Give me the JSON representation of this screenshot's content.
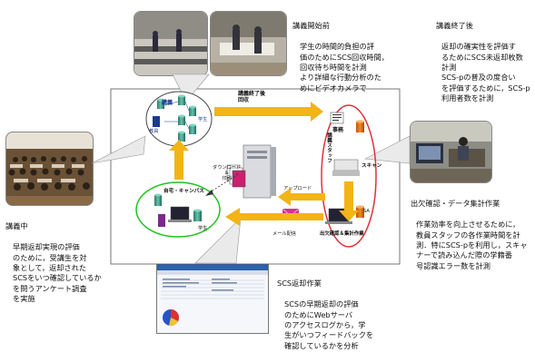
{
  "during_class": {
    "heading": "講義中",
    "body": "早期返却実現の評価\nのために，受講生を対\n象として，返却された\nSCSをいつ確認しているか\nを問うアンケート調査\nを実施"
  },
  "before_class": {
    "heading": "講義開始前",
    "body": "学生の時間的負担の評\n価のためにSCS回収時間，\n回収待ち時間を計測\nより詳細な行動分析のた\nめにビデオカメラで"
  },
  "after_class": {
    "heading": "講義終了後",
    "body": "返却の確実性を評価す\nるためにSCS未返却枚数\n計測\nSCS-pの普及の度合い\nを評価するために，SCS-p\n利用者数を計測"
  },
  "attendance": {
    "heading": "出欠確認・データ集計作業",
    "body": "作業効率を向上させるために，\n教員スタッフの各作業時間を計\n測．特にSCS-pを利用し，スキャ\nナーで読み込んだ際の学籍番\n号認識エラー数を計測"
  },
  "return_work": {
    "heading": "SCS返却作業",
    "body": "SCSの早期返却の評価\nのためにWebサーバ\nのアクセスログから，学\n生がいつフィードバックを\n確認しているかを分析"
  },
  "diagram": {
    "classroom_label": "講義",
    "campus_label": "自宅・キャンパス",
    "submit_label": "講義終了後\n回収",
    "transport_label": "講義スタッフ",
    "staff_label": "出欠確認＆集計作業",
    "scan_label": "スキャン",
    "upload_label": "アップロード",
    "download_label": "ダウンロード\n＆\n印刷",
    "mail_label": "メール配信",
    "student_label": "学生",
    "teacher_label": "教員",
    "sa_label": "SA",
    "desk_label": "事務"
  },
  "colors": {
    "arrow": "#f2b417",
    "green_ring": "#1ec31e",
    "red_ring": "#e0303a",
    "envelope": "#d6338e",
    "teal": "#3a9a8a"
  }
}
